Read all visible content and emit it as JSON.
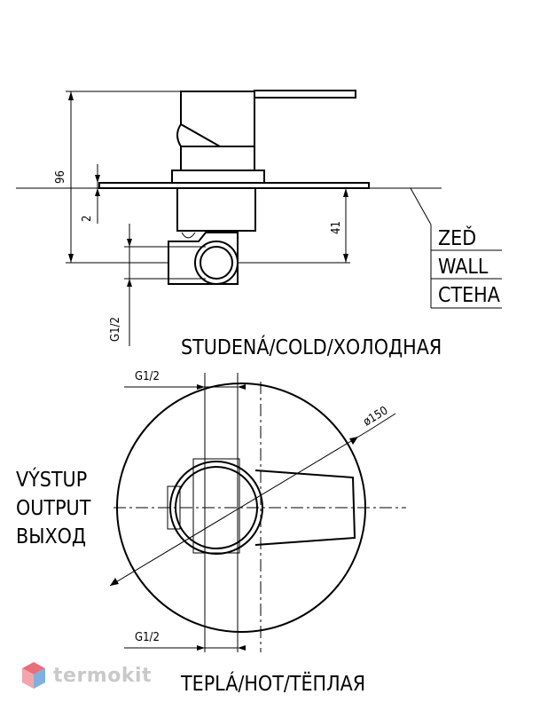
{
  "labels": {
    "wall_cz": "ZEĎ",
    "wall_en": "WALL",
    "wall_ru": "СТЕНА",
    "cold": "STUDENÁ/COLD/ХОЛОДНАЯ",
    "hot": "TEPLÁ/HOT/TЁПЛАЯ",
    "output_cz": "VÝSTUP",
    "output_en": "OUTPUT",
    "output_ru": "ВЫХОД"
  },
  "dimensions": {
    "height_total": "96",
    "wall_gap": "2",
    "depth": "41",
    "thread_side": "G1/2",
    "thread_top": "G1/2",
    "thread_bottom": "G1/2",
    "diameter": "ø150"
  },
  "watermark": {
    "text": "termokit",
    "colors": {
      "red": "#e8707a",
      "blue": "#7fb0e0",
      "gray": "#c9c9c9"
    }
  }
}
